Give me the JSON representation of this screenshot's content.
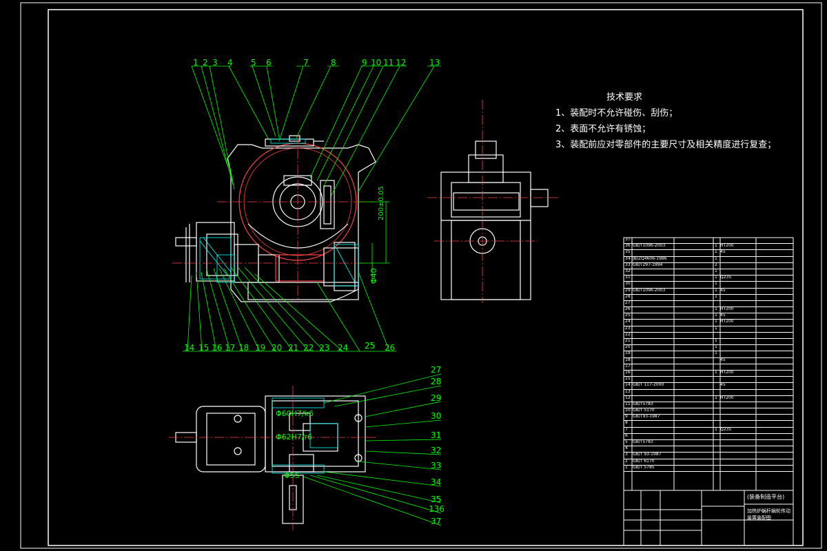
{
  "drawing": {
    "tech_requirements": {
      "title": "技术要求",
      "items": [
        "1、装配时不允许碰伤、刮伤；",
        "2、表面不允许有锈蚀；",
        "3、装配前应对零部件的主要尺寸及相关精度进行复查；"
      ]
    },
    "callouts_top": [
      "1",
      "2",
      "3",
      "4",
      "5",
      "6",
      "7",
      "8",
      "9",
      "10",
      "11",
      "12",
      "13"
    ],
    "callouts_bottom": [
      "14",
      "15",
      "16",
      "17",
      "18",
      "19",
      "20",
      "21",
      "22",
      "23",
      "24",
      "25",
      "26"
    ],
    "callouts_right": [
      "27",
      "28",
      "29",
      "30",
      "31",
      "32",
      "33",
      "34",
      "35",
      "136",
      "37"
    ],
    "dimensions": {
      "center_height": "200±0.05",
      "shaft_dia": "Φ40",
      "bore1": "Φ60H7/k6",
      "bore2": "Φ62H7/r6",
      "bore3": "Φ55"
    },
    "bom_rows": [
      {
        "no": "37",
        "std": "",
        "name": "",
        "qty": "",
        "mat": "",
        "note": ""
      },
      {
        "no": "36",
        "std": "GB/T1096-2003",
        "name": "",
        "qty": "1",
        "mat": "HT200",
        "note": ""
      },
      {
        "no": "35",
        "std": "",
        "name": "",
        "qty": "1",
        "mat": "45",
        "note": ""
      },
      {
        "no": "34",
        "std": "JB/ZQ4606-1986",
        "name": "",
        "qty": "1",
        "mat": "",
        "note": ""
      },
      {
        "no": "33",
        "std": "GB/T297-1994",
        "name": "",
        "qty": "2",
        "mat": "",
        "note": ""
      },
      {
        "no": "32",
        "std": "",
        "name": "",
        "qty": "1",
        "mat": "",
        "note": ""
      },
      {
        "no": "31",
        "std": "",
        "name": "",
        "qty": "1",
        "mat": "Q235",
        "note": ""
      },
      {
        "no": "30",
        "std": "",
        "name": "",
        "qty": "1",
        "mat": "",
        "note": ""
      },
      {
        "no": "29",
        "std": "GB/T1096-2003",
        "name": "",
        "qty": "1",
        "mat": "45",
        "note": ""
      },
      {
        "no": "28",
        "std": "",
        "name": "",
        "qty": "1",
        "mat": "",
        "note": ""
      },
      {
        "no": "27",
        "std": "",
        "name": "",
        "qty": "",
        "mat": "",
        "note": ""
      },
      {
        "no": "26",
        "std": "",
        "name": "",
        "qty": "1",
        "mat": "HT200",
        "note": ""
      },
      {
        "no": "25",
        "std": "",
        "name": "",
        "qty": "1",
        "mat": "45",
        "note": ""
      },
      {
        "no": "24",
        "std": "",
        "name": "",
        "qty": "1",
        "mat": "HT200",
        "note": ""
      },
      {
        "no": "23",
        "std": "",
        "name": "",
        "qty": "1",
        "mat": "",
        "note": ""
      },
      {
        "no": "22",
        "std": "",
        "name": "",
        "qty": "",
        "mat": "",
        "note": ""
      },
      {
        "no": "21",
        "std": "",
        "name": "",
        "qty": "1",
        "mat": "",
        "note": ""
      },
      {
        "no": "20",
        "std": "",
        "name": "",
        "qty": "1",
        "mat": "",
        "note": ""
      },
      {
        "no": "19",
        "std": "",
        "name": "",
        "qty": "1",
        "mat": "",
        "note": ""
      },
      {
        "no": "18",
        "std": "",
        "name": "",
        "qty": "",
        "mat": "45",
        "note": ""
      },
      {
        "no": "17",
        "std": "",
        "name": "",
        "qty": "",
        "mat": "",
        "note": ""
      },
      {
        "no": "16",
        "std": "",
        "name": "",
        "qty": "1",
        "mat": "HT200",
        "note": ""
      },
      {
        "no": "15",
        "std": "",
        "name": "",
        "qty": "",
        "mat": "",
        "note": ""
      },
      {
        "no": "14",
        "std": "GB/T 117-2000",
        "name": "",
        "qty": "",
        "mat": "45",
        "note": ""
      },
      {
        "no": "13",
        "std": "",
        "name": "",
        "qty": "",
        "mat": "",
        "note": ""
      },
      {
        "no": "12",
        "std": "",
        "name": "",
        "qty": "1",
        "mat": "HT200",
        "note": ""
      },
      {
        "no": "11",
        "std": "GB/T5783",
        "name": "",
        "qty": "",
        "mat": "",
        "note": ""
      },
      {
        "no": "10",
        "std": "GB/T 5170",
        "name": "",
        "qty": "",
        "mat": "",
        "note": ""
      },
      {
        "no": "9",
        "std": "GB/T93-1987",
        "name": "",
        "qty": "",
        "mat": "",
        "note": ""
      },
      {
        "no": "8",
        "std": "",
        "name": "",
        "qty": "",
        "mat": "",
        "note": ""
      },
      {
        "no": "7",
        "std": "",
        "name": "",
        "qty": "1",
        "mat": "Q235",
        "note": ""
      },
      {
        "no": "6",
        "std": "",
        "name": "",
        "qty": "",
        "mat": "",
        "note": ""
      },
      {
        "no": "5",
        "std": "GB/T5783",
        "name": "",
        "qty": "",
        "mat": "",
        "note": ""
      },
      {
        "no": "4",
        "std": "",
        "name": "",
        "qty": "",
        "mat": "",
        "note": ""
      },
      {
        "no": "3",
        "std": "GB/T 93-1987",
        "name": "",
        "qty": "",
        "mat": "",
        "note": ""
      },
      {
        "no": "2",
        "std": "GB/T 6170",
        "name": "",
        "qty": "",
        "mat": "",
        "note": ""
      },
      {
        "no": "1",
        "std": "GB/T 5785",
        "name": "",
        "qty": "",
        "mat": "",
        "note": ""
      }
    ],
    "title_block": {
      "company": "(装备制造平台)",
      "drawing_name": "加热炉蜗杆蜗轮传动装置装配图"
    },
    "colors": {
      "background": "#000000",
      "outline": "#ffffff",
      "callout": "#00ff00",
      "centerline": "#ff0000",
      "hatch": "#00ffff",
      "dimension": "#00ff00"
    }
  }
}
